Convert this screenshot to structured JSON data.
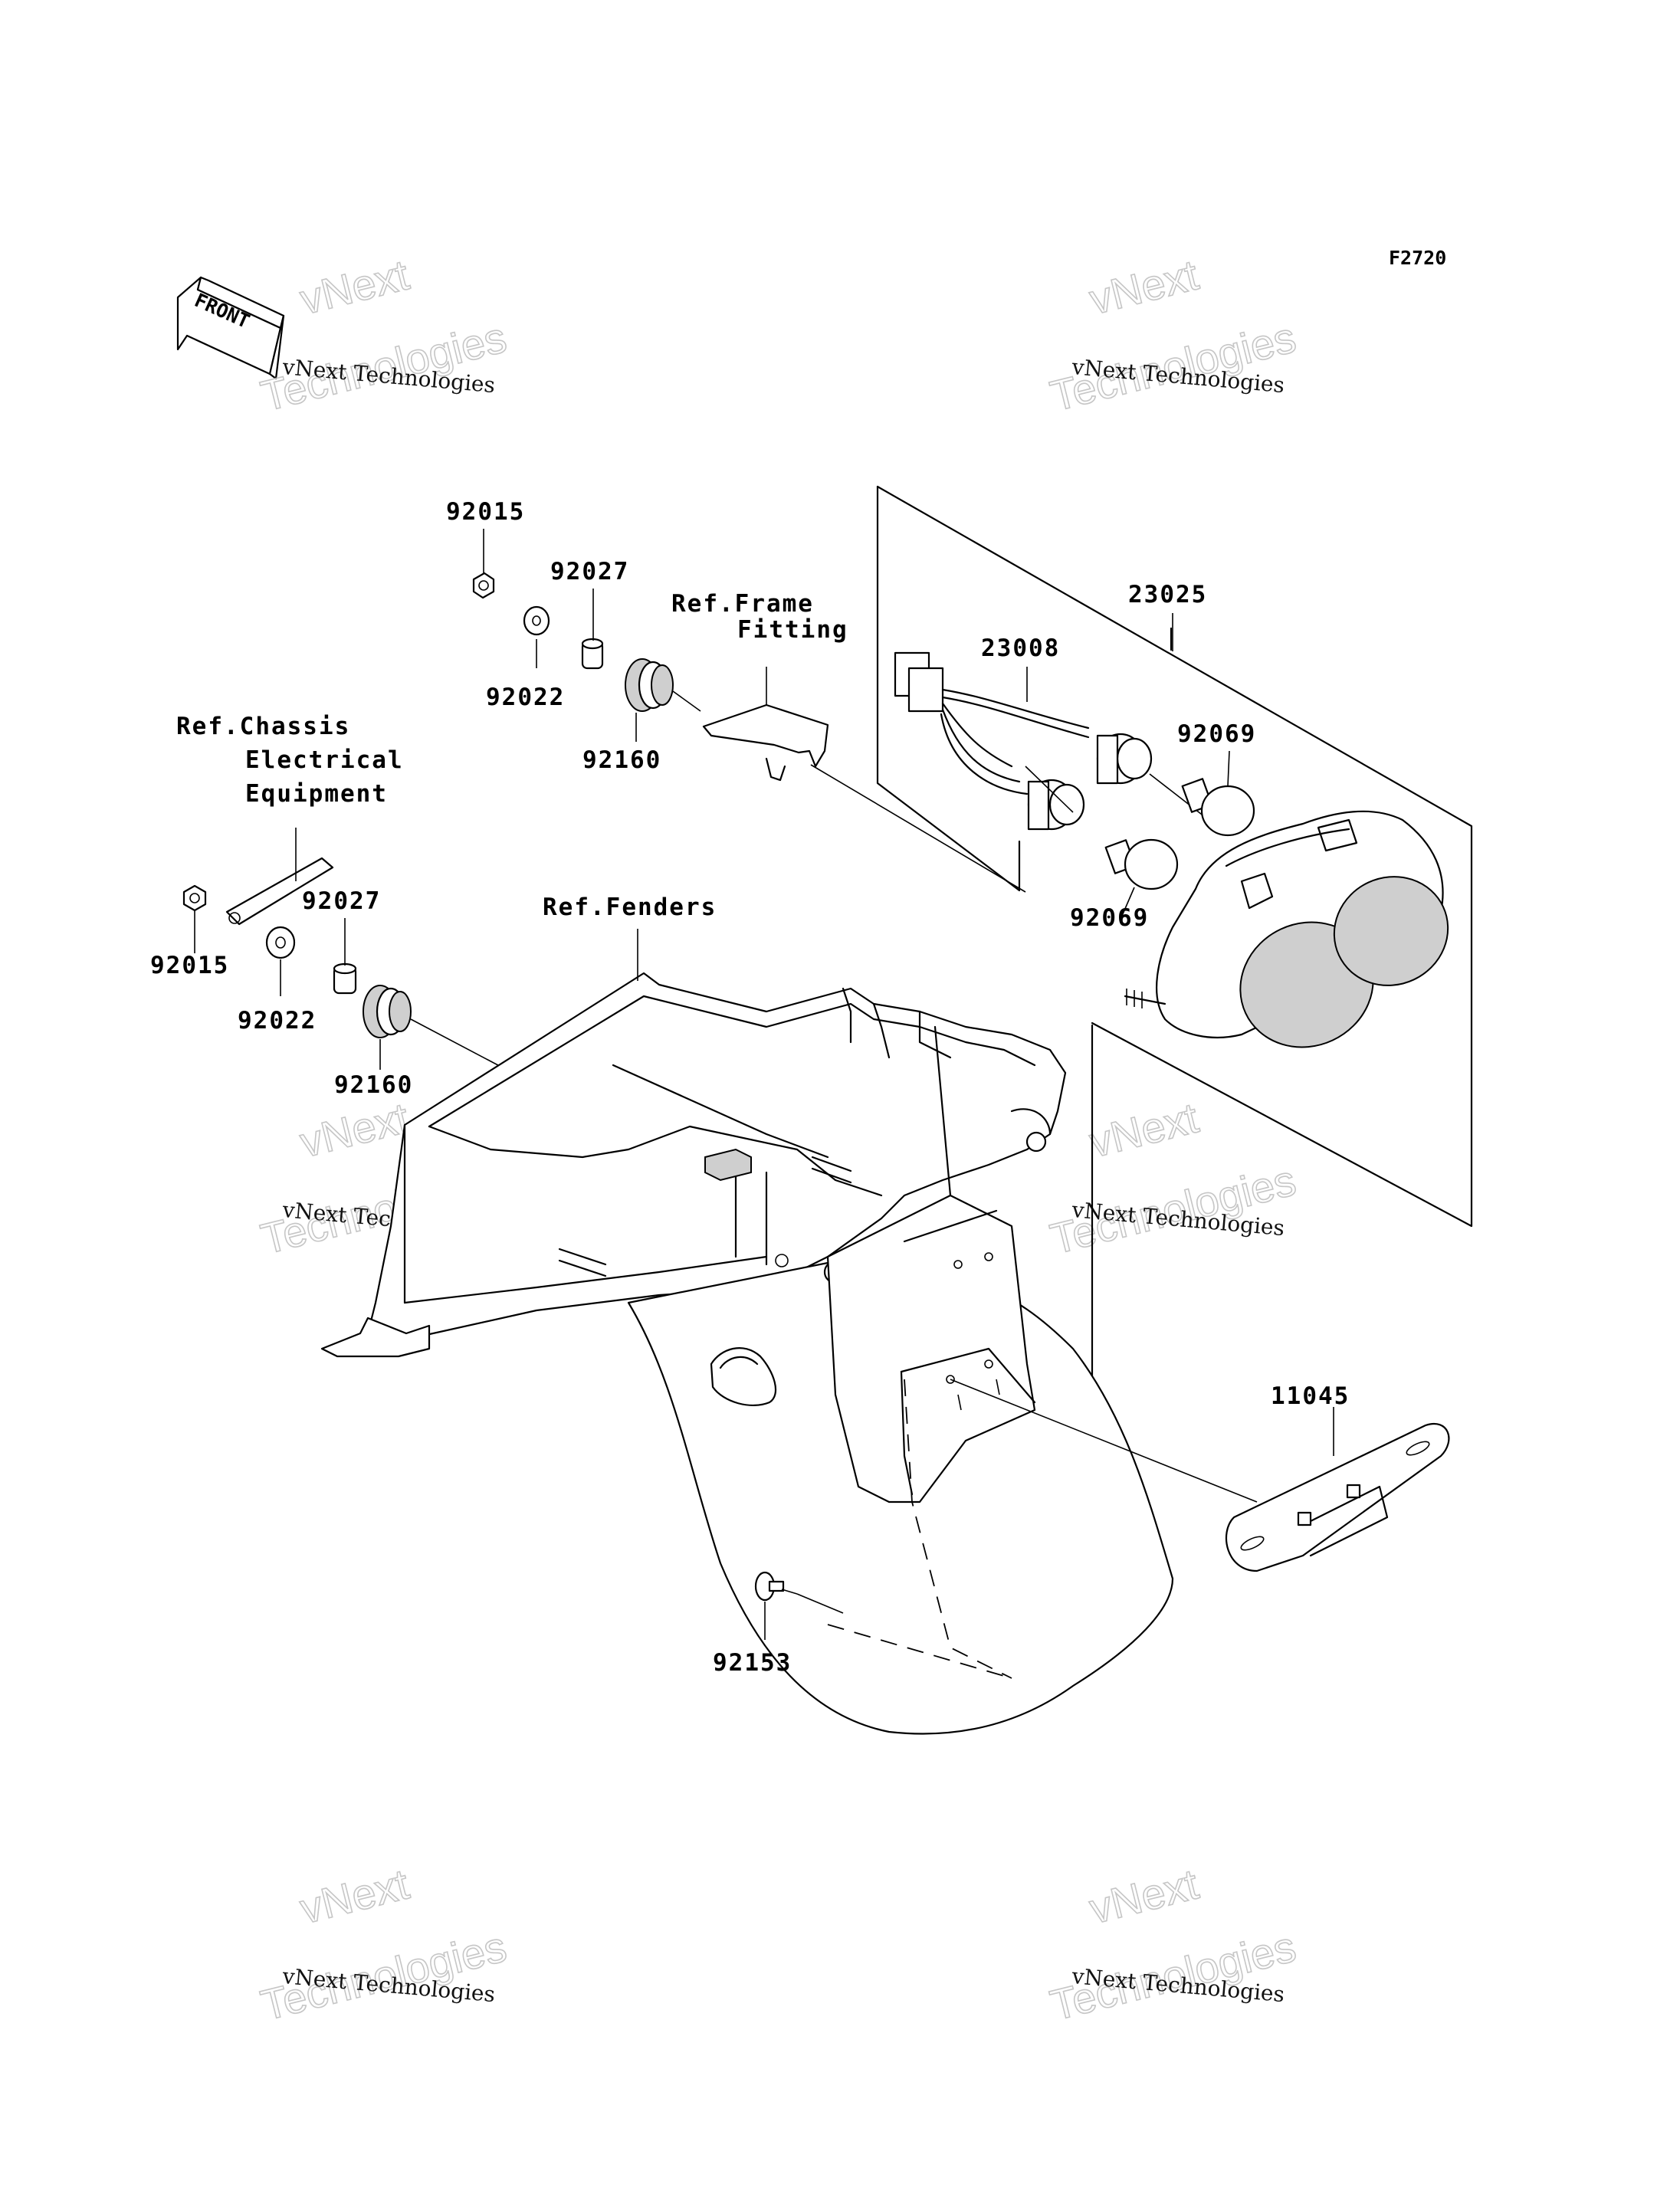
{
  "diagram": {
    "figure_code": "F2720",
    "front_arrow_label": "FRONT",
    "part_numbers": {
      "p92015_top": "92015",
      "p92027_top": "92027",
      "p92022_top": "92022",
      "p92160_top": "92160",
      "p23008": "23008",
      "p23025": "23025",
      "p92069_a": "92069",
      "p92069_b": "92069",
      "p92027_left": "92027",
      "p92015_left": "92015",
      "p92022_left": "92022",
      "p92160_left": "92160",
      "p11045": "11045",
      "p92153": "92153"
    },
    "references": {
      "frame_line1": "Ref.Frame",
      "frame_line2": "Fitting",
      "chassis_line1": "Ref.Chassis",
      "chassis_line2": "Electrical",
      "chassis_line3": "Equipment",
      "fenders": "Ref.Fenders"
    },
    "watermarks": [
      {
        "line1": "vNext",
        "line2": "vNext Technologies",
        "line3": "Technologies"
      },
      {
        "line1": "vNext",
        "line2": "vNext Technologies",
        "line3": "Technologies"
      },
      {
        "line1": "vNext",
        "line2": "vNext Technologies",
        "line3": "Technologies"
      },
      {
        "line1": "vNext",
        "line2": "vNext Technologies",
        "line3": "Technologies"
      },
      {
        "line1": "vNext",
        "line2": "vNext Technologies",
        "line3": "Technologies"
      },
      {
        "line1": "vNext",
        "line2": "vNext Technologies",
        "line3": "Technologies"
      }
    ]
  }
}
